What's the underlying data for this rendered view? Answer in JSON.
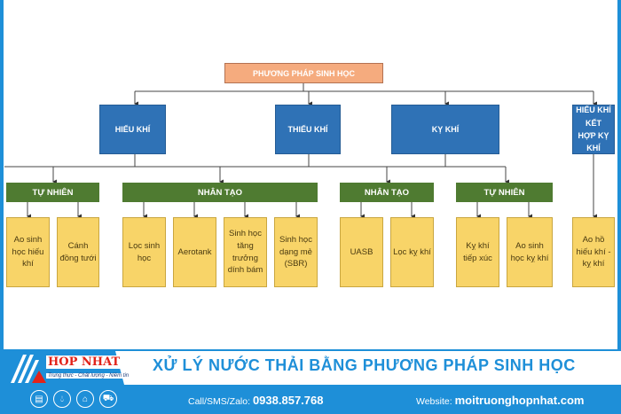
{
  "root": "PHƯƠNG PHÁP SINH HỌC",
  "categories": [
    {
      "label": "HIẾU KHÍ"
    },
    {
      "label": "THIẾU KHÍ"
    },
    {
      "label": "KỴ KHÍ"
    },
    {
      "label": "HIẾU KHÍ KẾT HỢP KỴ KHÍ"
    }
  ],
  "groups": [
    "TỰ NHIÊN",
    "NHÂN TẠO",
    "NHÂN TẠO",
    "TỰ NHIÊN"
  ],
  "methods": [
    "Ao sinh học hiếu khí",
    "Cánh đồng tưới",
    "Lọc sinh học",
    "Aerotank",
    "Sinh học tăng trưởng dính bám",
    "Sinh học dạng mẻ (SBR)",
    "UASB",
    "Lọc kỵ khí",
    "Kỵ khí tiếp xúc",
    "Ao sinh học kỵ khí",
    "Ao hồ hiếu khí - kỵ khí"
  ],
  "footer": {
    "title": "XỬ LÝ NƯỚC THẢI BẰNG PHƯƠNG PHÁP SINH HỌC",
    "logo_name": "HOP NHAT",
    "logo_slogan": "Trung thực - Chất lượng - Niềm tin",
    "call_label": "Call/SMS/Zalo:",
    "phone": "0938.857.768",
    "website_label": "Website:",
    "website": "moitruonghopnhat.com"
  },
  "colors": {
    "root": "#f5ab7e",
    "category": "#2f72b6",
    "group": "#4f7b31",
    "method": "#f8d468",
    "brand": "#1e8fd8"
  }
}
